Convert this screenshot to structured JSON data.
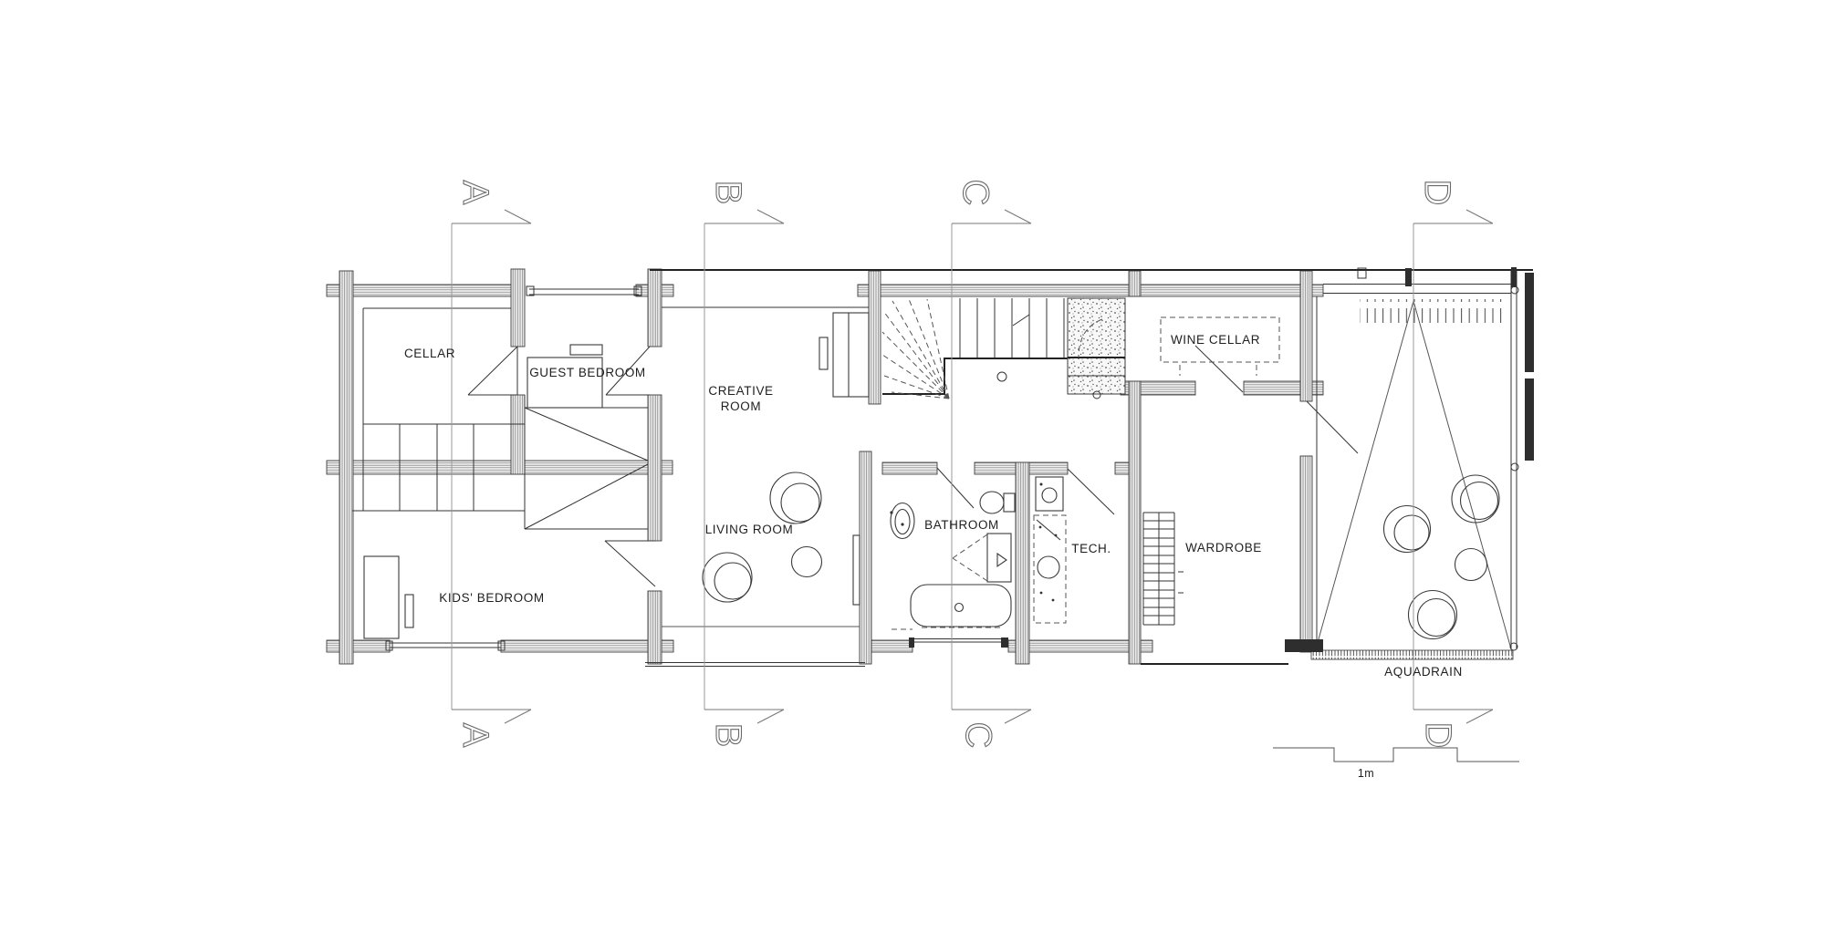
{
  "title": "floor-plan",
  "rooms": {
    "cellar": "CELLAR",
    "guest_bedroom": "GUEST BEDROOM",
    "creative_line1": "CREATIVE",
    "creative_line2": "ROOM",
    "living_room": "LIVING ROOM",
    "kids_bedroom": "KIDS' BEDROOM",
    "bathroom": "BATHROOM",
    "tech": "TECH.",
    "wine_cellar": "WINE CELLAR",
    "wardrobe": "WARDROBE"
  },
  "annotations": {
    "aquadrain": "AQUADRAIN",
    "scale": "1m"
  },
  "sections": {
    "a": "A",
    "b": "B",
    "c": "C",
    "d": "D"
  },
  "colors": {
    "background": "#ffffff",
    "line": "#222222",
    "wall_hatch": "#858585",
    "dark_fill": "#2e2e2e",
    "section_line": "#9a9a9a",
    "text": "#1f1f1f"
  }
}
